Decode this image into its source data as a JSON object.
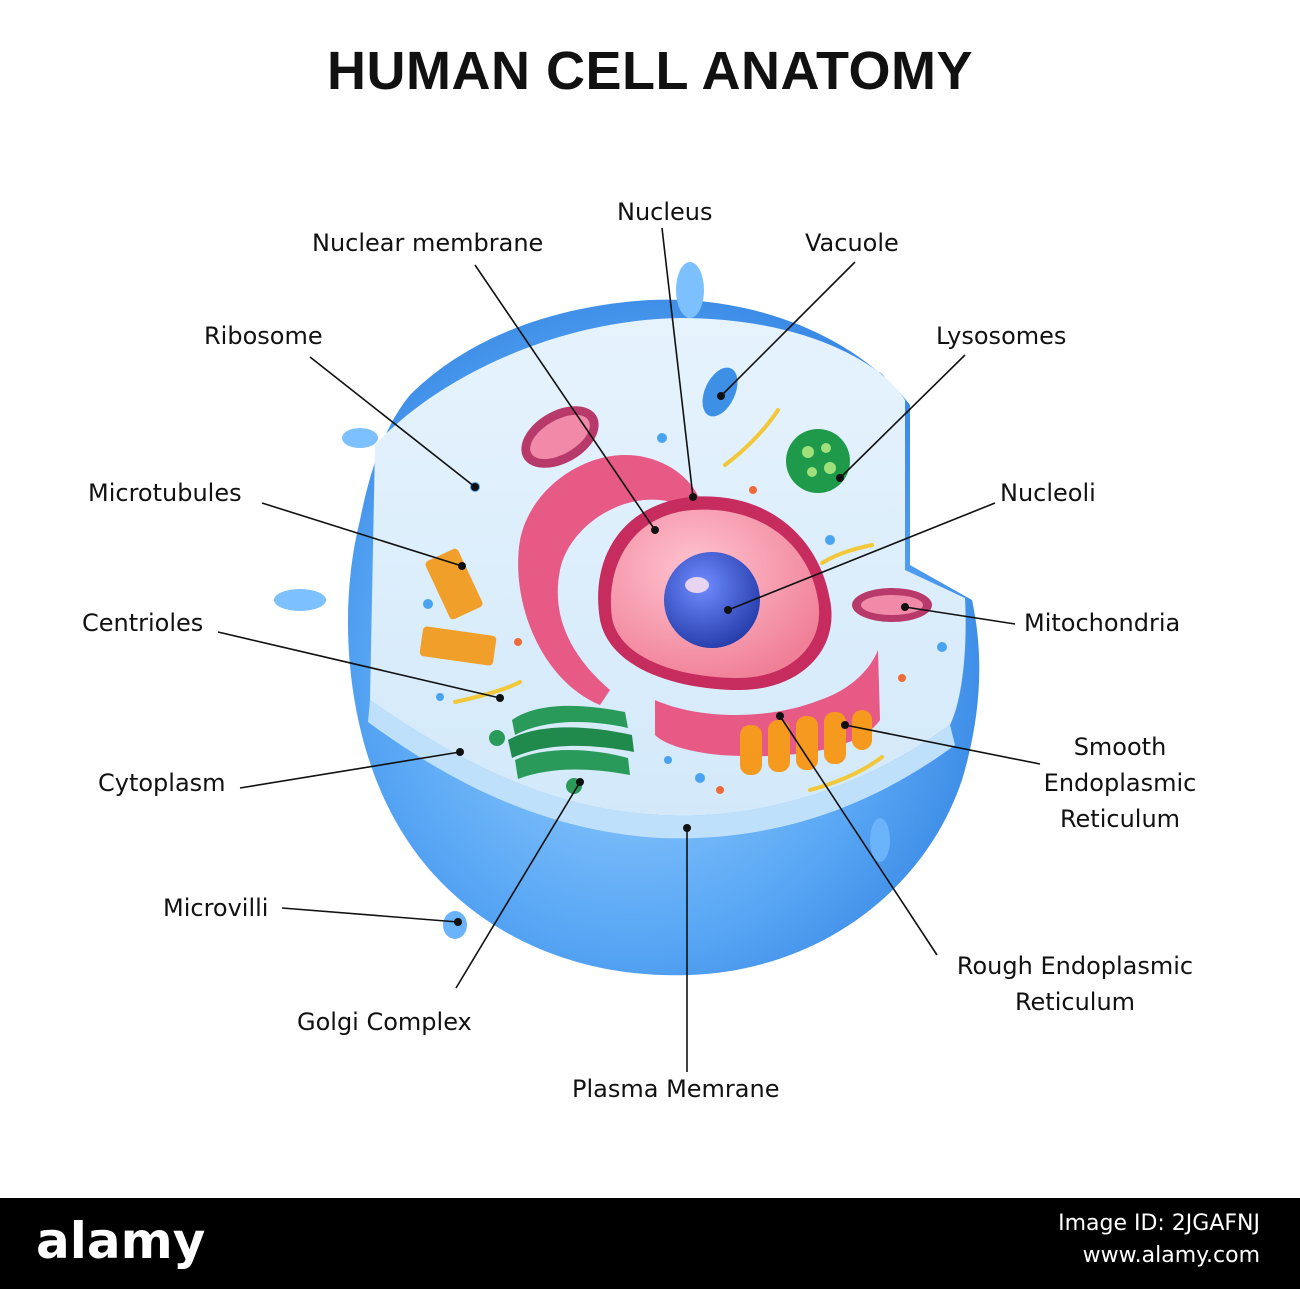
{
  "title": "HUMAN CELL ANATOMY",
  "labels": {
    "nucleus": "Nucleus",
    "nuclear_membrane": "Nuclear membrane",
    "vacuole": "Vacuole",
    "ribosome": "Ribosome",
    "lysosomes": "Lysosomes",
    "microtubules": "Microtubules",
    "nucleoli": "Nucleoli",
    "centrioles": "Centrioles",
    "mitochondria": "Mitochondria",
    "cytoplasm": "Cytoplasm",
    "smooth_er": [
      "Smooth",
      "Endoplasmic",
      "Reticulum"
    ],
    "microvilli": "Microvilli",
    "rough_er": [
      "Rough Endoplasmic",
      "Reticulum"
    ],
    "golgi": "Golgi Complex",
    "plasma_membrane": "Plasma Memrane"
  },
  "footer": {
    "logo": "alamy",
    "image_id": "Image ID: 2JGAFNJ",
    "site": "www.alamy.com"
  }
}
